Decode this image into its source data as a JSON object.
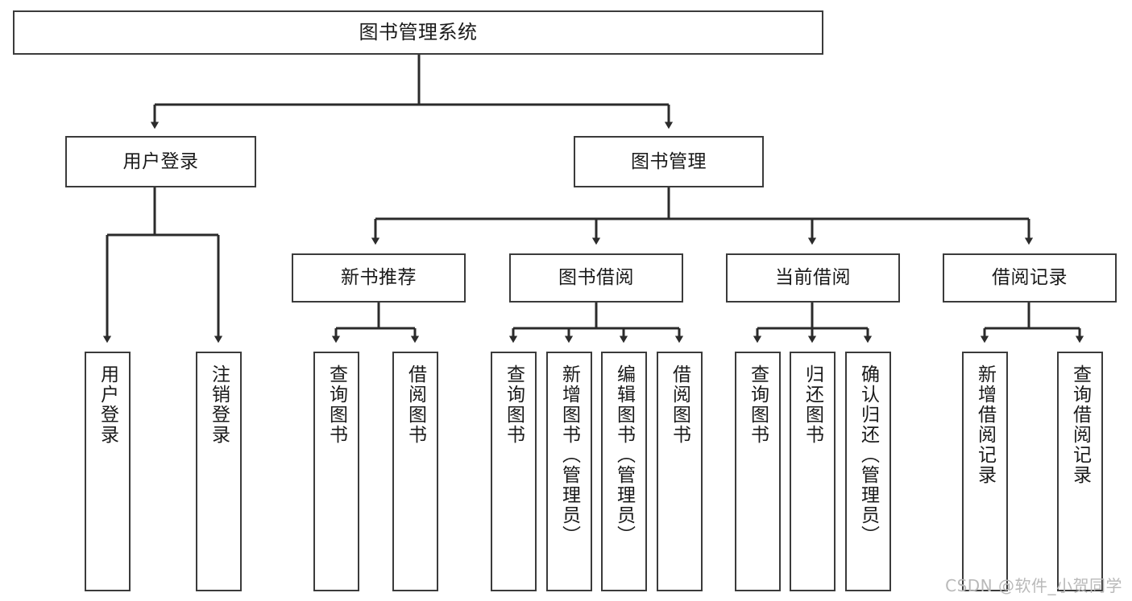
{
  "diagram": {
    "type": "tree",
    "title": "图书管理系统",
    "orientation": "top-down",
    "colors": {
      "node_border": "#3b3b3b",
      "node_fill": "#ffffff",
      "edge": "#2b2b2b",
      "text": "#1a1a1a",
      "watermark": "#b9b9b9",
      "background": "#ffffff"
    },
    "root": {
      "label": "图书管理系统"
    },
    "level2": [
      {
        "label": "用户登录"
      },
      {
        "label": "图书管理"
      }
    ],
    "level3": [
      {
        "label": "新书推荐"
      },
      {
        "label": "图书借阅"
      },
      {
        "label": "当前借阅"
      },
      {
        "label": "借阅记录"
      }
    ],
    "leaves": {
      "user_login": [
        {
          "label": "用户登录"
        },
        {
          "label": "注销登录"
        }
      ],
      "new_book_recommend": [
        {
          "label": "查询图书"
        },
        {
          "label": "借阅图书"
        }
      ],
      "book_borrow": [
        {
          "label": "查询图书"
        },
        {
          "label": "新增图书（管理员）"
        },
        {
          "label": "编辑图书（管理员）"
        },
        {
          "label": "借阅图书"
        }
      ],
      "current_borrow": [
        {
          "label": "查询图书"
        },
        {
          "label": "归还图书"
        },
        {
          "label": "确认归还（管理员）"
        }
      ],
      "borrow_record": [
        {
          "label": "新增借阅记录"
        },
        {
          "label": "查询借阅记录"
        }
      ]
    }
  },
  "watermark": {
    "text": "CSDN @软件_小贺同学"
  }
}
